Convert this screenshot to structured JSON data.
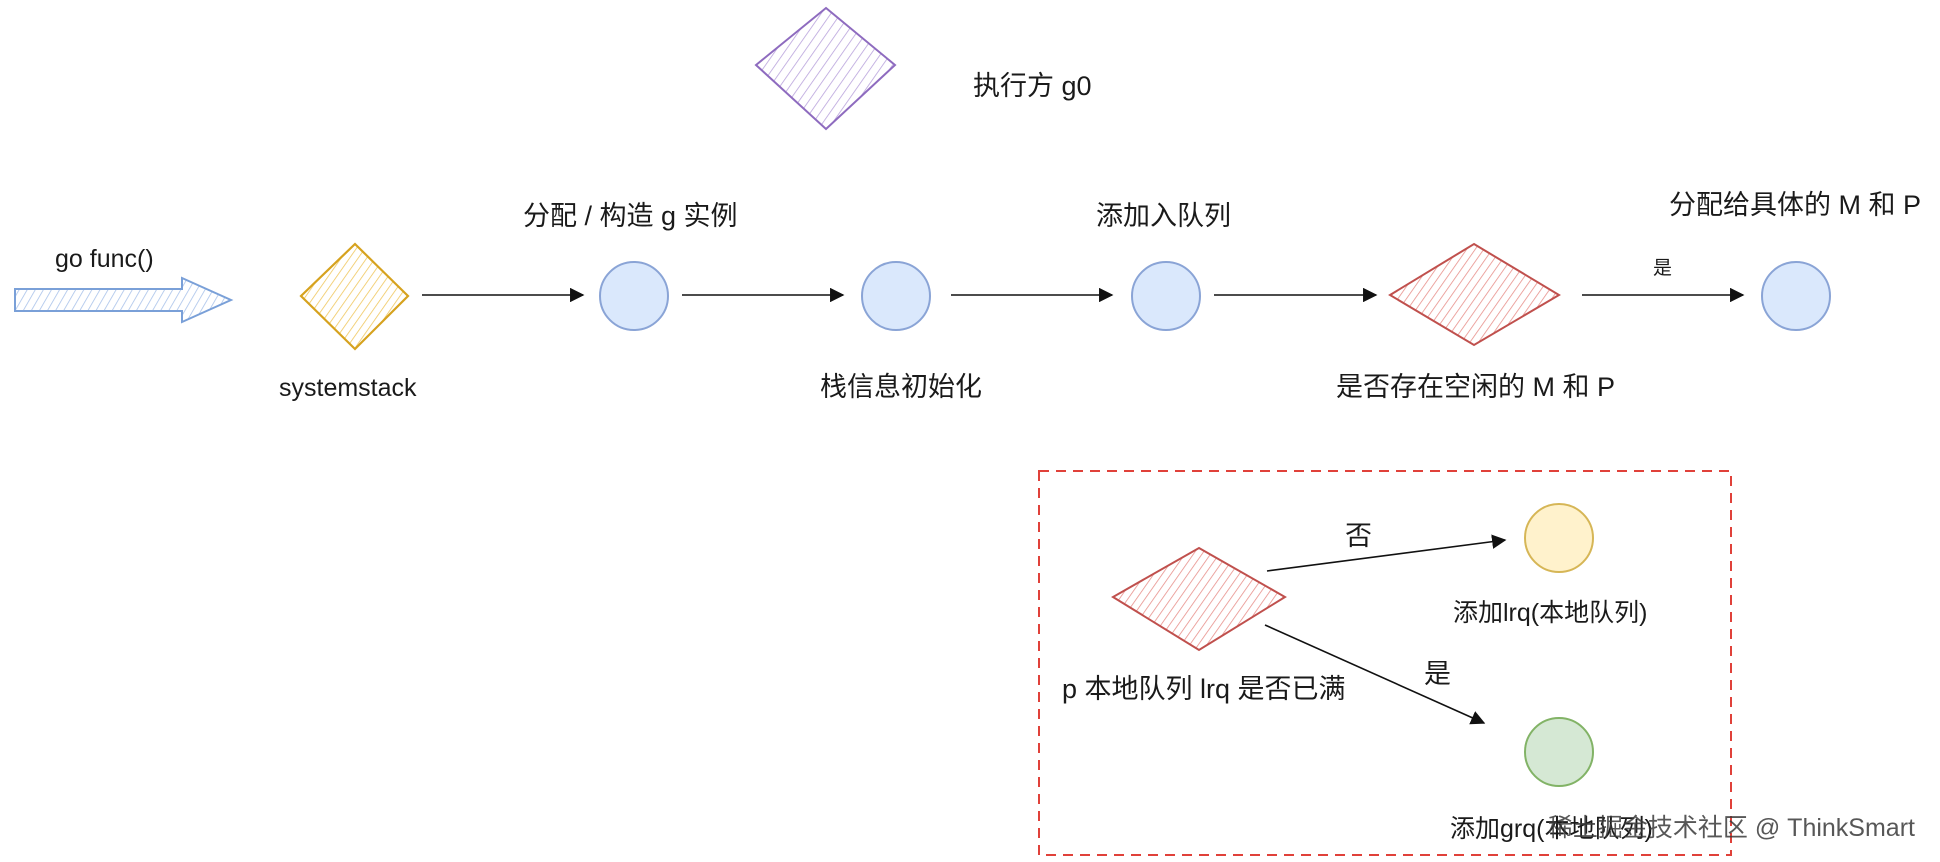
{
  "diagram": {
    "legend_label": "执行方 g0",
    "entry_label": "go func()",
    "systemstack_label": "systemstack",
    "alloc_label": "分配 / 构造 g 实例",
    "stack_init_label": "栈信息初始化",
    "enqueue_label": "添加入队列",
    "idle_mp_label": "是否存在空闲的 M 和 P",
    "yes_small": "是",
    "assign_label": "分配给具体的 M 和 P",
    "lrq_full_label": "p 本地队列 lrq 是否已满",
    "no_label": "否",
    "yes_label": "是",
    "add_lrq_label": "添加lrq(本地队列)",
    "add_grq_label": "添加grq(本地队列)"
  },
  "watermark": "稀土掘金技术社区 @ ThinkSmart",
  "colors": {
    "purple_diamond": "#8e6bbf",
    "yellow_diamond": "#d6a21e",
    "red_diamond": "#c0504d",
    "blue_circle_fill": "#dae8fc",
    "blue_circle_stroke": "#8aa4d6",
    "yellow_circle_fill": "#fff2cc",
    "yellow_circle_stroke": "#d6b656",
    "green_circle_fill": "#d5e8d4",
    "green_circle_stroke": "#82b366",
    "dashed_box": "#e0413a",
    "entry_arrow": "#7aa0d8"
  }
}
